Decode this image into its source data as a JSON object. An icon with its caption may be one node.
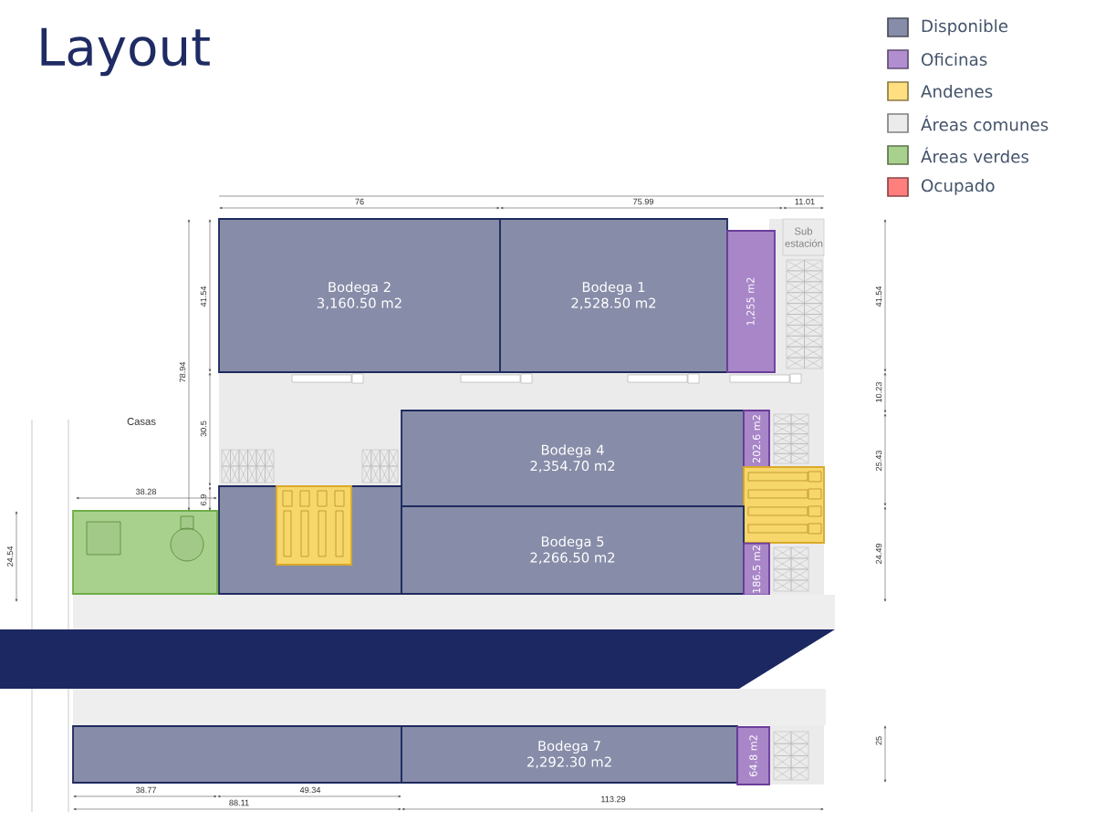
{
  "diagram": {
    "title": "Layout",
    "nodes": [
      {
        "text": [
          "Bodega 2",
          "3,160.50 m2"
        ]
      },
      {
        "text": [
          "Bodega 1",
          "2,528.50 m2"
        ]
      },
      {
        "text": [
          "1,255 m2"
        ]
      },
      {
        "text": [
          "Sub estación"
        ]
      },
      {
        "text": [
          "Bodega 4",
          "2,354.70 m2"
        ]
      },
      {
        "text": [
          "202.6 m2"
        ]
      },
      {
        "text": [],
        "shape": "box"
      },
      {
        "text": [],
        "shape": "box"
      },
      {
        "text": [],
        "shape": "box",
        "in": 7
      },
      {
        "text": [],
        "shape": "box"
      },
      {
        "text": [
          "Bodega 5",
          "2,266.50 m2"
        ]
      },
      {
        "text": [
          "186.5 m2"
        ]
      },
      {
        "text": [],
        "shape": "box"
      },
      {
        "text": [
          "Bodega 7",
          "2,292.30 m2"
        ]
      },
      {
        "text": [
          "64.8 m2"
        ]
      }
    ],
    "labels": [
      "76",
      "75.99",
      "11.01",
      "41.54",
      "78.94",
      "41.54",
      "10.23",
      "Casas",
      "30.5",
      "25.43",
      "6.9",
      "38.28",
      "24.54",
      "24.49",
      "25",
      "38.77",
      "49.34",
      "88.11",
      "113.29"
    ],
    "legend": [
      {
        "text": "Disponible",
        "color": "#878ca8"
      },
      {
        "text": "Oficinas",
        "color": "#b08ed0"
      },
      {
        "text": "Andenes",
        "color": "#ffdf80"
      },
      {
        "text": "Áreas comunes",
        "color": "#ebebeb"
      },
      {
        "text": "Áreas verdes",
        "color": "#a9d18e"
      },
      {
        "text": "Ocupado",
        "color": "#ff7f7f"
      }
    ]
  }
}
